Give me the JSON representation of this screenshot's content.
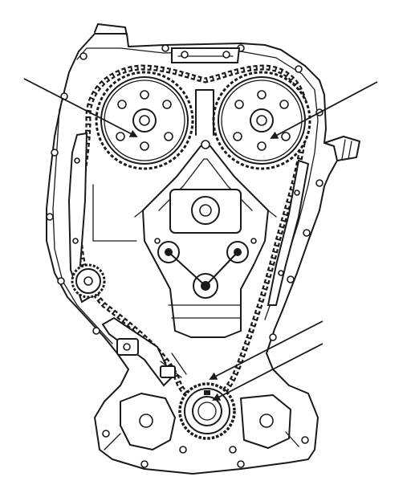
{
  "diagram": {
    "colors": {
      "ink": "#1a1a1a",
      "paper": "#ffffff"
    },
    "parts": [
      "timing-cover-outline",
      "left-camshaft-sprocket",
      "right-camshaft-sprocket",
      "timing-chain",
      "chain-guide",
      "chain-tensioner",
      "crankshaft-sprocket",
      "idler-sprocket",
      "water-pump-housing"
    ],
    "pointer_arrows": [
      {
        "target": "left-camshaft-sprocket-timing-mark"
      },
      {
        "target": "right-camshaft-sprocket-timing-mark"
      },
      {
        "target": "crankshaft-sprocket-timing-mark-upper"
      },
      {
        "target": "crankshaft-sprocket-timing-mark-lower"
      }
    ]
  }
}
